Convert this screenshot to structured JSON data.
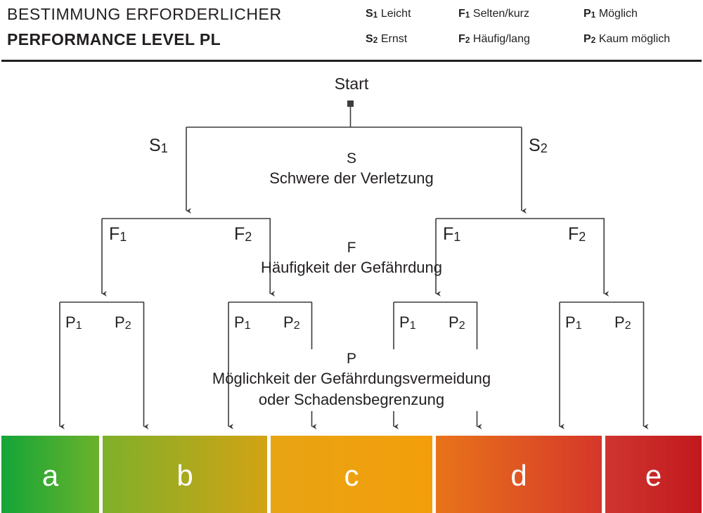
{
  "header": {
    "title_line1": "BESTIMMUNG ERFORDERLICHER",
    "title_line2": "PERFORMANCE LEVEL PL",
    "legend": [
      {
        "rows": [
          {
            "key": "S",
            "key_sub": "1",
            "value": "Leicht"
          },
          {
            "key": "S",
            "key_sub": "2",
            "value": "Ernst"
          }
        ]
      },
      {
        "rows": [
          {
            "key": "F",
            "key_sub": "1",
            "value": "Selten/kurz"
          },
          {
            "key": "F",
            "key_sub": "2",
            "value": "Häufig/lang"
          }
        ]
      },
      {
        "rows": [
          {
            "key": "P",
            "key_sub": "1",
            "value": "Möglich"
          },
          {
            "key": "P",
            "key_sub": "2",
            "value": "Kaum möglich"
          }
        ]
      }
    ]
  },
  "diagram": {
    "start_label": "Start",
    "groups": [
      {
        "letter": "S",
        "text_line1": "Schwere der Verletzung",
        "text_line2": ""
      },
      {
        "letter": "F",
        "text_line1": "Häufigkeit der Gefährdung",
        "text_line2": ""
      },
      {
        "letter": "P",
        "text_line1": "Möglichkeit der Gefährdungsvermeidung",
        "text_line2": "oder Schadensbegrenzung"
      }
    ],
    "s_branches": [
      {
        "key": "S",
        "key_sub": "1"
      },
      {
        "key": "S",
        "key_sub": "2"
      }
    ],
    "f_branches": [
      {
        "key": "F",
        "key_sub": "1"
      },
      {
        "key": "F",
        "key_sub": "2"
      },
      {
        "key": "F",
        "key_sub": "1"
      },
      {
        "key": "F",
        "key_sub": "2"
      }
    ],
    "p_branches": [
      {
        "key": "P",
        "key_sub": "1"
      },
      {
        "key": "P",
        "key_sub": "2"
      },
      {
        "key": "P",
        "key_sub": "1"
      },
      {
        "key": "P",
        "key_sub": "2"
      },
      {
        "key": "P",
        "key_sub": "1"
      },
      {
        "key": "P",
        "key_sub": "2"
      },
      {
        "key": "P",
        "key_sub": "1"
      },
      {
        "key": "P",
        "key_sub": "2"
      }
    ],
    "line_color": "#3c3c3b"
  },
  "pl_levels": [
    {
      "label": "a",
      "color_from": "#13a538",
      "color_to": "#6cb22b"
    },
    {
      "label": "b",
      "color_from": "#7fb02a",
      "color_to": "#d2a314"
    },
    {
      "label": "c",
      "color_from": "#e8a413",
      "color_to": "#f49e0b"
    },
    {
      "label": "d",
      "color_from": "#e8741a",
      "color_to": "#d6372a"
    },
    {
      "label": "e",
      "color_from": "#cf3630",
      "color_to": "#c2181d"
    }
  ]
}
